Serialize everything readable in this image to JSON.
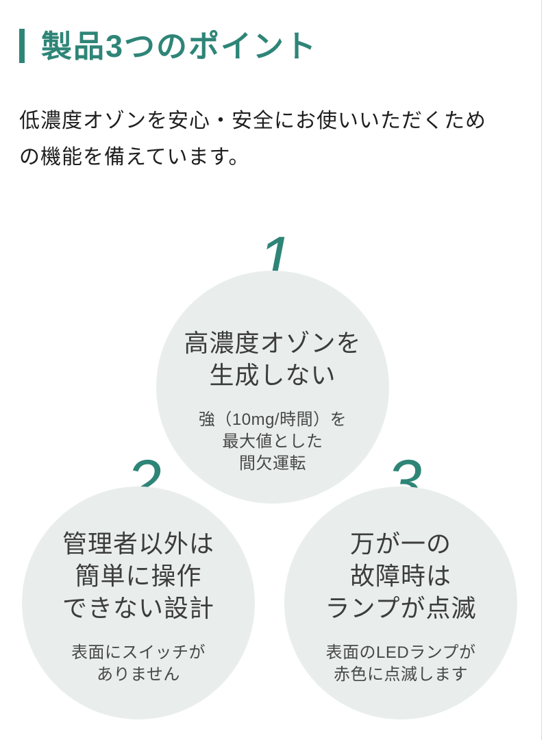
{
  "header": {
    "title": "製品3つのポイント"
  },
  "intro": {
    "lines": [
      "低濃度オゾンを安心・安全にお使いいただくため",
      "の機能を備えています。"
    ]
  },
  "points": [
    {
      "number": "1",
      "title_lines": [
        "高濃度オゾンを",
        "生成しない"
      ],
      "sub_lines": [
        "強（10mg/時間）を",
        "最大値とした",
        "間欠運転"
      ]
    },
    {
      "number": "2",
      "title_lines": [
        "管理者以外は",
        "簡単に操作",
        "できない設計"
      ],
      "sub_lines": [
        "表面にスイッチが",
        "ありません"
      ]
    },
    {
      "number": "3",
      "title_lines": [
        "万が一の",
        "故障時は",
        "ランプが点滅"
      ],
      "sub_lines": [
        "表面のLEDランプが",
        "赤色に点滅します"
      ]
    }
  ],
  "colors": {
    "accent_teal": "#2e8577",
    "circle_background": "#e9eeed",
    "title_text": "#2e8577",
    "body_text": "#1e1e1e",
    "circle_title_text": "#3c3c3c",
    "circle_sub_text": "#474747",
    "right_divider": "#d7d9da"
  }
}
